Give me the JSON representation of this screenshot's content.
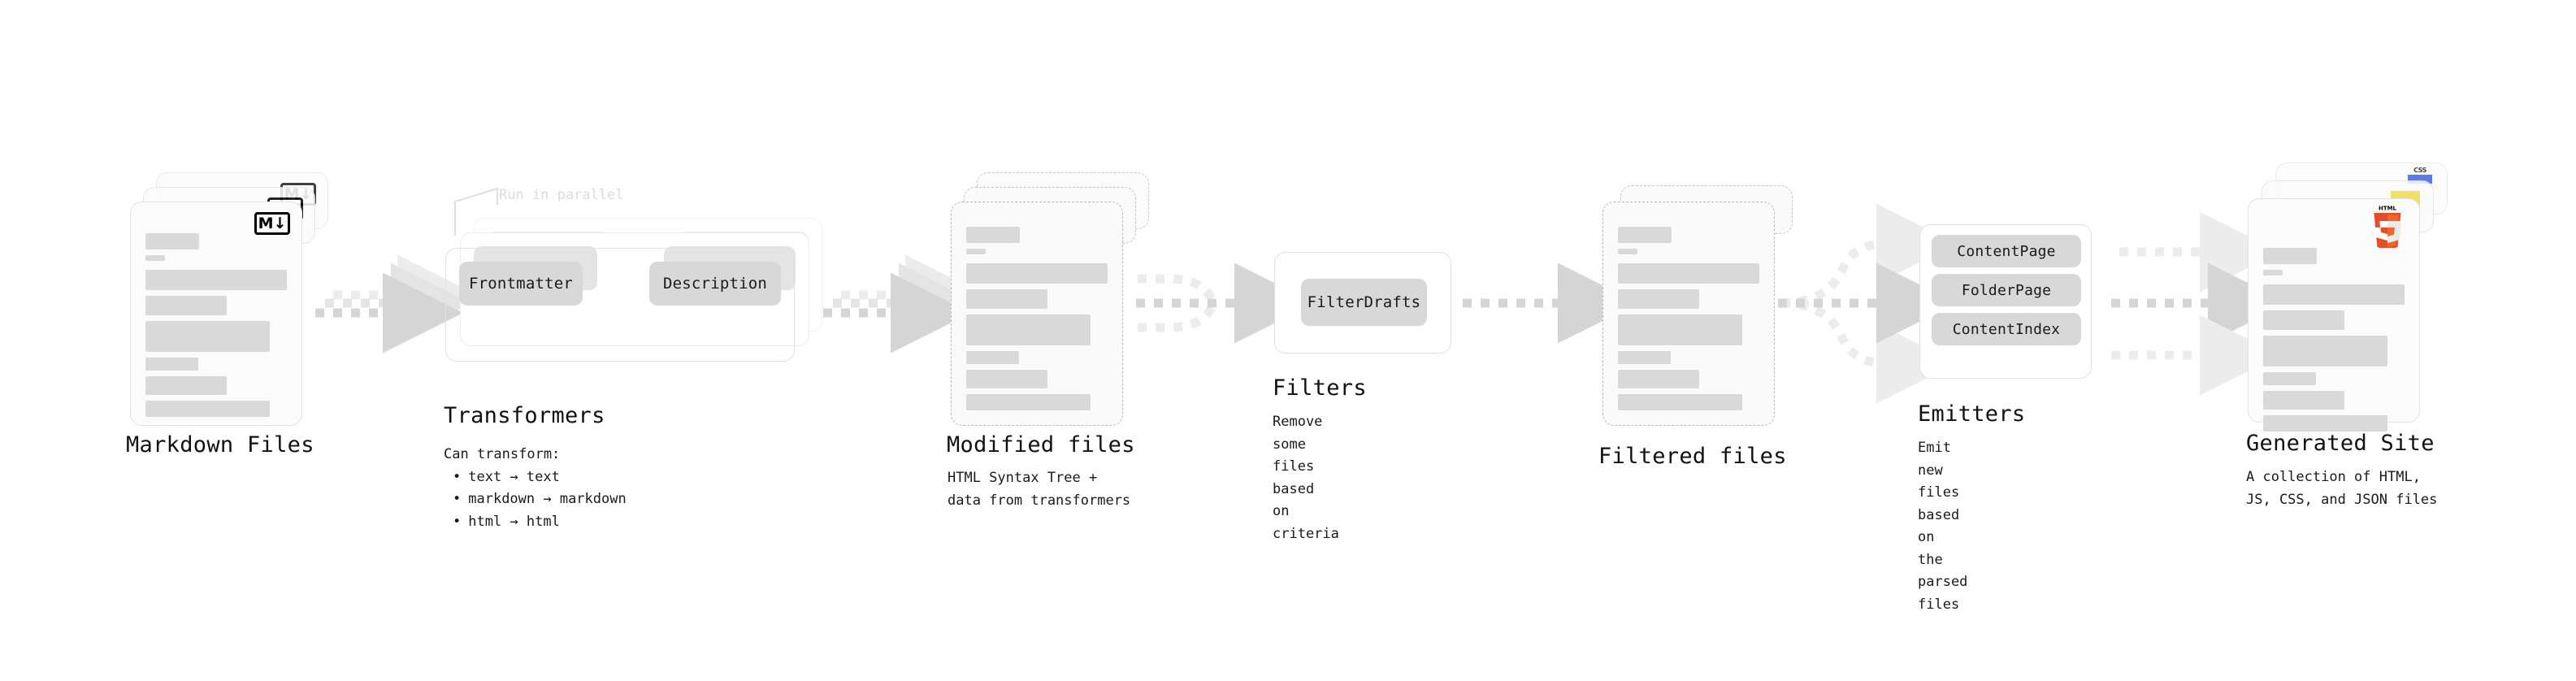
{
  "diagram": {
    "title": "Quartz static site generation pipeline",
    "colors": {
      "bar": "#d9d9d9",
      "chip": "#d8d8d8",
      "arrow": "#d5d5d5",
      "arrow_faded": "#ececec",
      "card_border": "#e3e3e3",
      "dashed_border": "#b9b9b9",
      "text": "#111111",
      "muted_text": "#dcdcdc",
      "html5_orange": "#e44d26",
      "html5_orange_light": "#f16529",
      "js_yellow": "#f0db4f",
      "css_blue": "#264de4"
    }
  },
  "stages": [
    {
      "id": "markdown-files",
      "title": "Markdown Files",
      "subtitle": "",
      "badge": "markdown-badge",
      "badge_label": "M",
      "card_count": 3,
      "card_style": "solid"
    },
    {
      "id": "transformers",
      "title": "Transformers",
      "subtitle": "",
      "bullets_lead": "Can transform:",
      "bullets": [
        "text → text",
        "markdown → markdown",
        "html → html"
      ],
      "parallel_note": "Run in parallel",
      "chips": [
        "Frontmatter",
        "Description"
      ],
      "panel_count": 3
    },
    {
      "id": "modified-files",
      "title": "Modified files",
      "subtitle": "HTML Syntax Tree +\ndata from transformers",
      "card_count": 3,
      "card_style": "dashed"
    },
    {
      "id": "filters",
      "title": "Filters",
      "subtitle": "Remove some files based\non criteria",
      "chips": [
        "FilterDrafts"
      ]
    },
    {
      "id": "filtered-files",
      "title": "Filtered files",
      "subtitle": "",
      "card_count": 2,
      "card_style": "dashed"
    },
    {
      "id": "emitters",
      "title": "Emitters",
      "subtitle": "Emit new files based on\nthe parsed files",
      "chips": [
        "ContentPage",
        "FolderPage",
        "ContentIndex"
      ]
    },
    {
      "id": "generated-site",
      "title": "Generated Site",
      "subtitle": "A collection of HTML,\nJS, CSS, and JSON files",
      "badges": [
        "css-badge",
        "js-badge",
        "html5-badge"
      ],
      "badge_label": "HTML",
      "badge_digit": "5",
      "card_count": 3,
      "card_style": "solid"
    }
  ],
  "connectors": [
    {
      "id": "markdown-to-transformers",
      "kind": "parallel",
      "count": 3
    },
    {
      "id": "transformers-to-modified",
      "kind": "parallel",
      "count": 3
    },
    {
      "id": "modified-to-filters",
      "kind": "converge",
      "count": 3
    },
    {
      "id": "filters-to-filtered",
      "kind": "single",
      "count": 1
    },
    {
      "id": "filtered-to-emitters",
      "kind": "fanout",
      "count": 3
    },
    {
      "id": "emitters-to-site",
      "kind": "parallel",
      "count": 3
    }
  ]
}
